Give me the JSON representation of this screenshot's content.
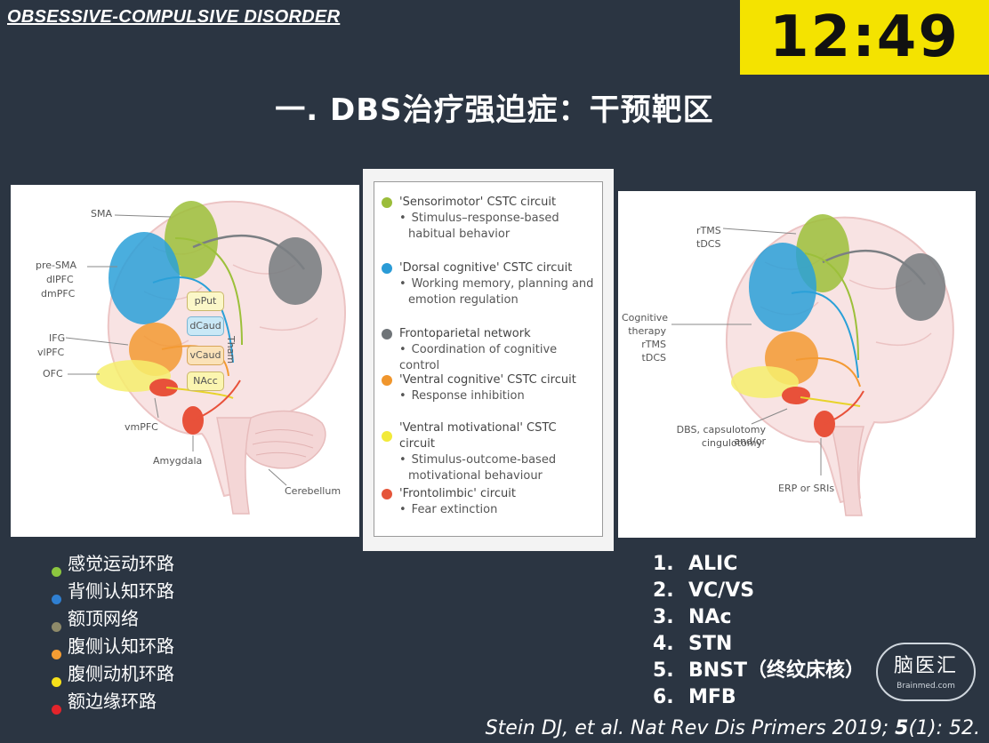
{
  "header": {
    "title": "OBSESSIVE-COMPULSIVE DISORDER"
  },
  "timer": {
    "value": "12:49"
  },
  "slide": {
    "title": "一. DBS治疗强迫症：干预靶区"
  },
  "left_figure": {
    "labels": {
      "sma": "SMA",
      "pre_sma": "pre-SMA",
      "dlpfc": "dlPFC",
      "dmpfc": "dmPFC",
      "ifg": "IFG",
      "vlpfc": "vlPFC",
      "ofc": "OFC",
      "vmpfc": "vmPFC",
      "amygdala": "Amygdala",
      "cerebellum": "Cerebellum",
      "tham": "Tham",
      "pput": "pPut",
      "dcaud": "dCaud",
      "vcaud": "vCaud",
      "nacc": "NAcc"
    }
  },
  "legend": {
    "items": [
      {
        "color": "#9bbd3a",
        "title": "'Sensorimotor' CSTC circuit",
        "sub": [
          "Stimulus–response-based",
          "habitual behavior"
        ],
        "sub_bullet": true
      },
      {
        "color": "#2a9bd6",
        "title": "'Dorsal cognitive' CSTC circuit",
        "sub": [
          "Working memory, planning and",
          "emotion regulation"
        ],
        "sub_bullet": true
      },
      {
        "color": "#6f7478",
        "title": "Frontoparietal network",
        "sub": [
          "Coordination of cognitive control"
        ],
        "sub_bullet": true
      },
      {
        "color": "#f0962d",
        "title": "'Ventral cognitive' CSTC circuit",
        "sub": [
          "Response inhibition"
        ],
        "sub_bullet": true
      },
      {
        "color": "#f2ea3a",
        "title": "'Ventral motivational' CSTC circuit",
        "sub": [
          "Stimulus-outcome-based",
          "motivational behaviour"
        ],
        "sub_bullet": true
      },
      {
        "color": "#e5553a",
        "title": "'Frontolimbic' circuit",
        "sub": [
          "Fear extinction"
        ],
        "sub_bullet": true
      }
    ],
    "bullet": "•"
  },
  "right_figure": {
    "labels": {
      "rtms_tdcs_top_1": "rTMS",
      "rtms_tdcs_top_2": "tDCS",
      "cog_1": "Cognitive",
      "cog_2": "therapy",
      "cog_3": "rTMS",
      "cog_4": "tDCS",
      "dbs_1": "DBS, capsulotomy and/or",
      "dbs_2": "cingulotomy",
      "erp": "ERP or SRIs"
    }
  },
  "circuits_cn": {
    "items": [
      {
        "label": "感觉运动环路",
        "color": "#8cc63f"
      },
      {
        "label": "背侧认知环路",
        "color": "#2f7fd1"
      },
      {
        "label": "额顶网络",
        "color": "#8e8a6a"
      },
      {
        "label": "腹侧认知环路",
        "color": "#f39c33"
      },
      {
        "label": "腹侧动机环路",
        "color": "#f7e11a"
      },
      {
        "label": "额边缘环路",
        "color": "#e3242b"
      }
    ]
  },
  "targets": {
    "items": [
      {
        "num": "1.",
        "label": "ALIC"
      },
      {
        "num": "2.",
        "label": "VC/VS"
      },
      {
        "num": "3.",
        "label": "NAc"
      },
      {
        "num": "4.",
        "label": "STN"
      },
      {
        "num": "5.",
        "label": "BNST（终纹床核）"
      },
      {
        "num": "6.",
        "label": "MFB"
      }
    ]
  },
  "logo": {
    "main": "脑医汇",
    "sub": "Brainmed.com"
  },
  "citation": {
    "prefix": "Stein DJ, et al. Nat Rev Dis Primers 2019; ",
    "volume": "5",
    "suffix": "(1): 52."
  }
}
